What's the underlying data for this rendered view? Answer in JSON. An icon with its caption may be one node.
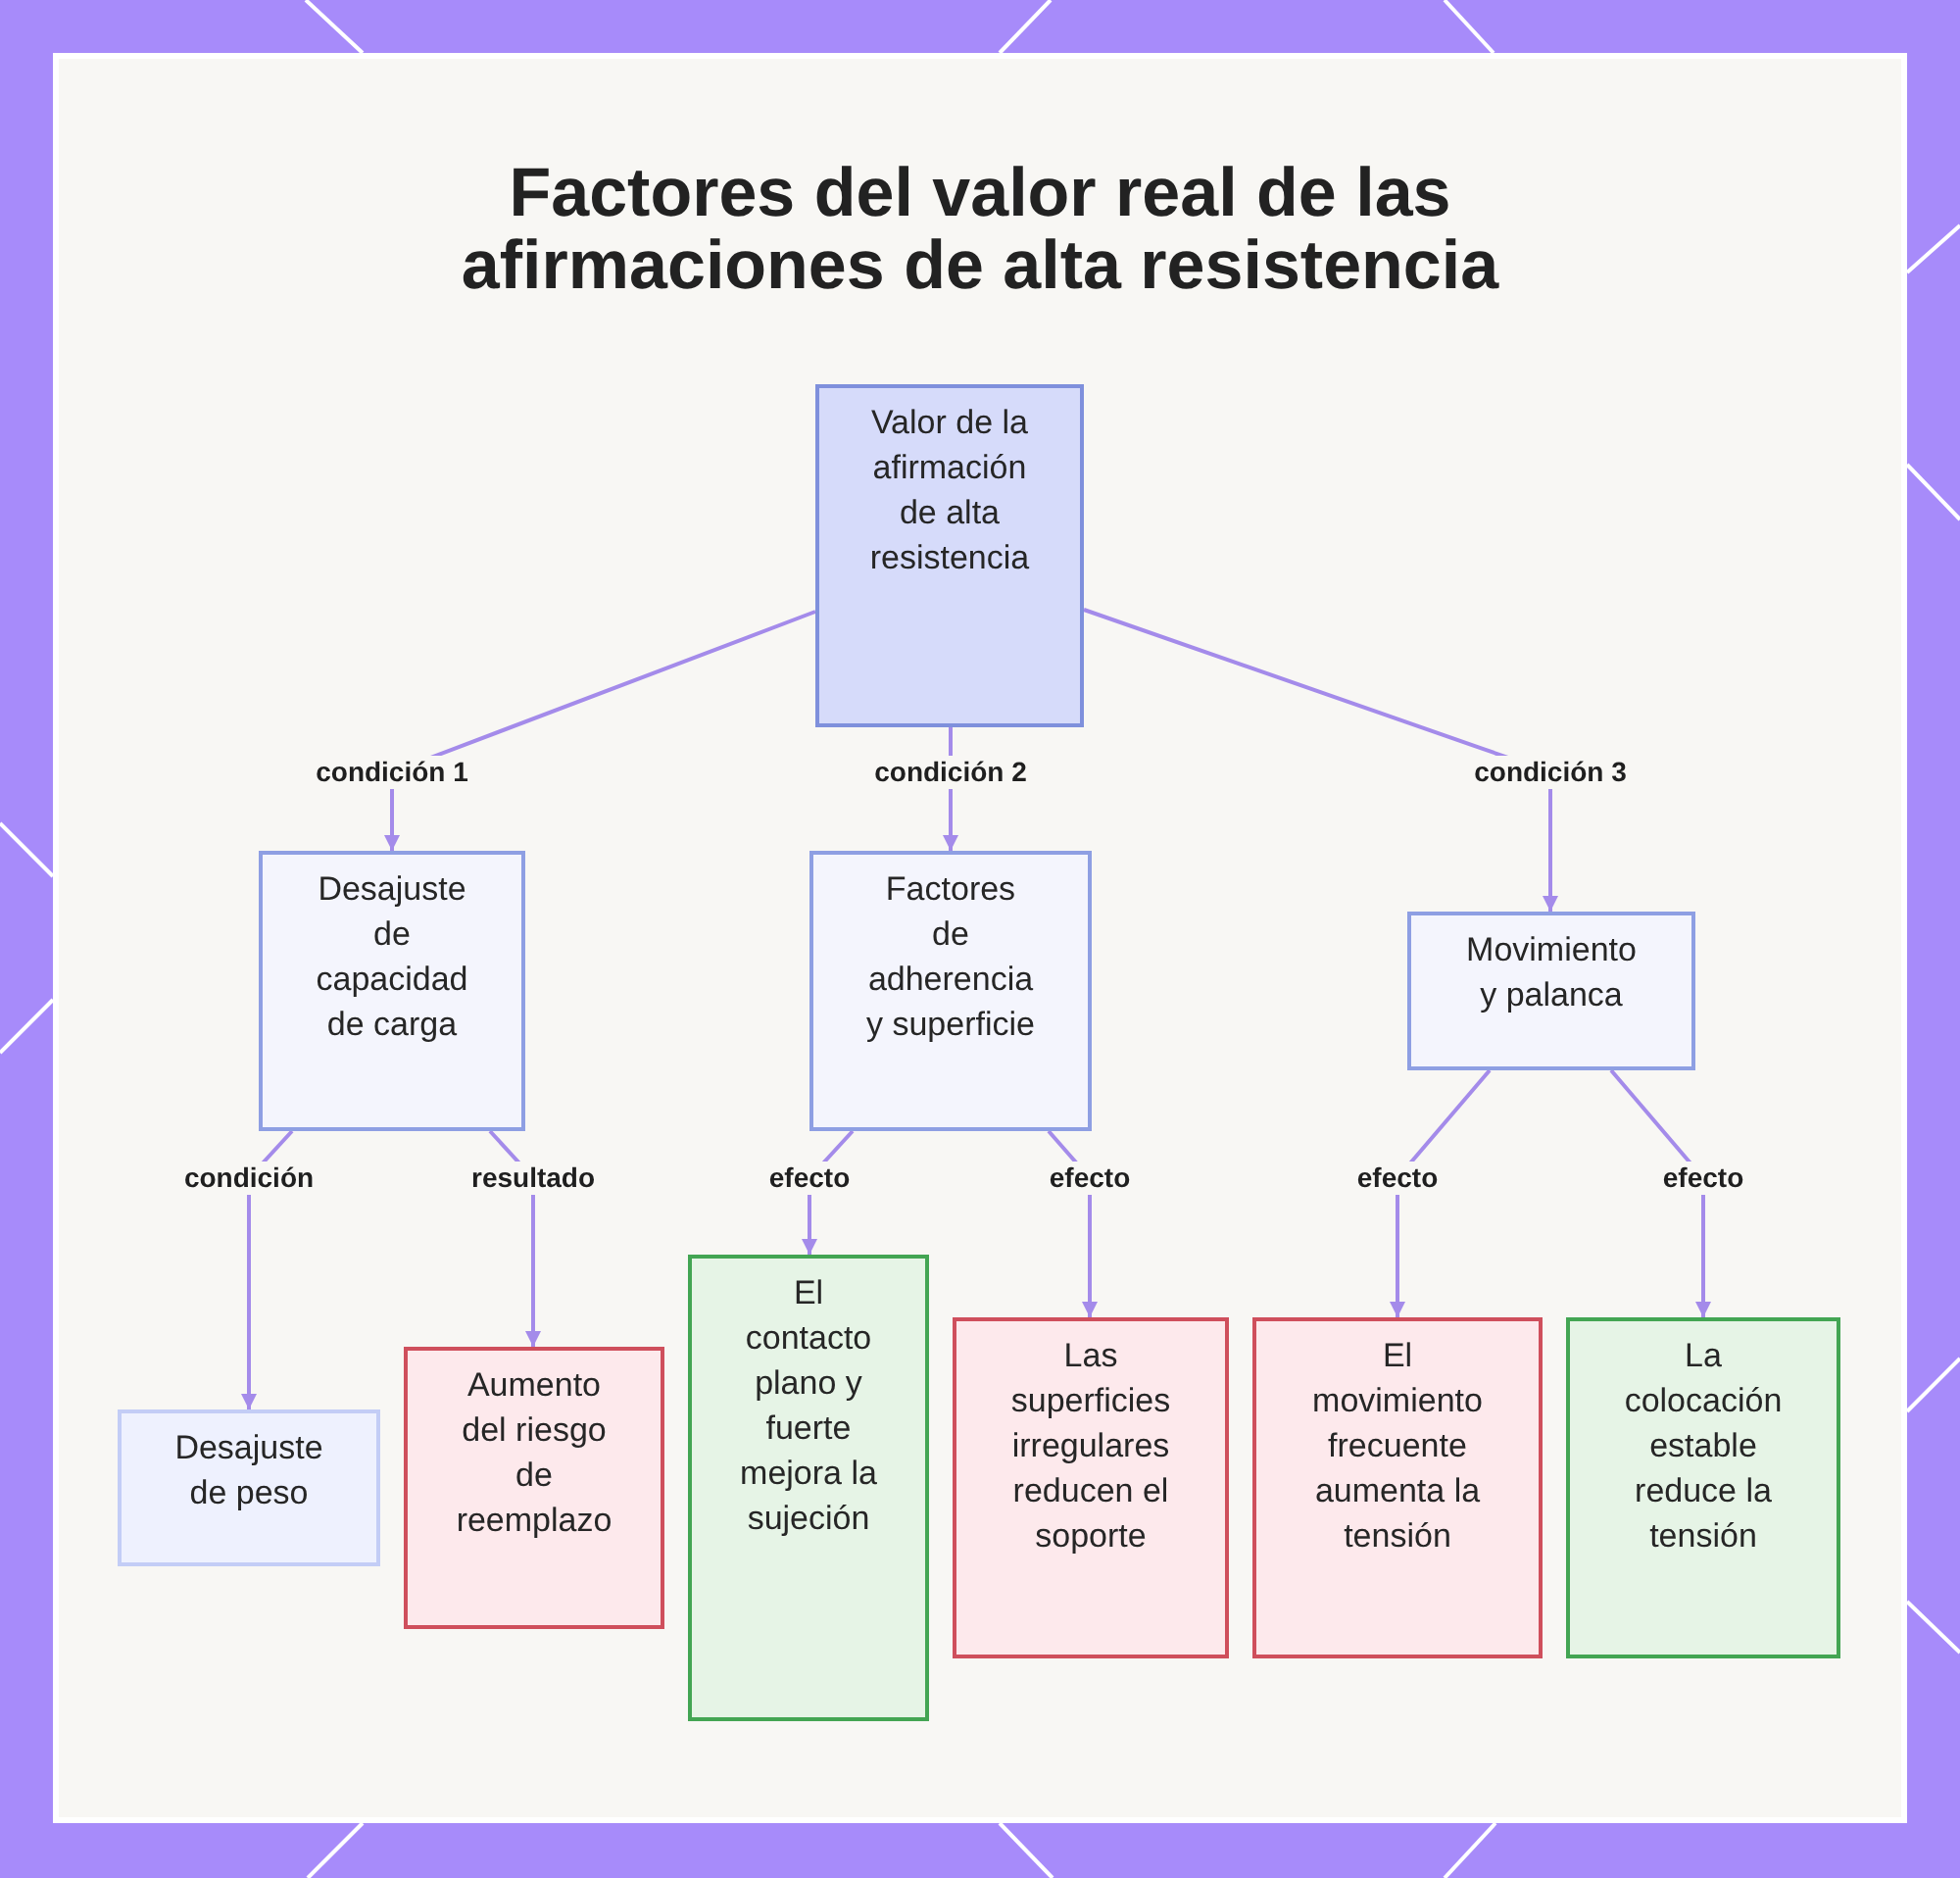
{
  "diagram": {
    "title": "Factores del valor real de las afirmaciones de alta resistencia",
    "nodes": [
      {
        "text": [
          "Valor de la afirmación de alta resistencia"
        ]
      },
      {
        "text": [
          "Desajuste de capacidad de carga"
        ]
      },
      {
        "text": [
          "Factores de adherencia y superficie"
        ]
      },
      {
        "text": [
          "Movimiento y palanca"
        ]
      },
      {
        "text": [
          "Desajuste de peso"
        ]
      },
      {
        "text": [
          "Aumento del riesgo de reemplazo"
        ]
      },
      {
        "text": [
          "El contacto plano y fuerte mejora la sujeción"
        ]
      },
      {
        "text": [
          "Las superficies irregulares reducen el soporte"
        ]
      },
      {
        "text": [
          "El movimiento frecuente aumenta la tensión"
        ]
      },
      {
        "text": [
          "La colocación estable reduce la tensión"
        ]
      }
    ],
    "edges": [
      {
        "from": 0,
        "to": 1,
        "arrow": "to",
        "label": "condición 1"
      },
      {
        "from": 0,
        "to": 2,
        "arrow": "to",
        "label": "condición 2"
      },
      {
        "from": 0,
        "to": 3,
        "arrow": "to",
        "label": "condición 3"
      },
      {
        "from": 1,
        "to": 4,
        "arrow": "to",
        "label": "condición"
      },
      {
        "from": 1,
        "to": 5,
        "arrow": "to",
        "label": "resultado"
      },
      {
        "from": 2,
        "to": 6,
        "arrow": "to",
        "label": "efecto"
      },
      {
        "from": 2,
        "to": 7,
        "arrow": "to",
        "label": "efecto"
      },
      {
        "from": 3,
        "to": 8,
        "arrow": "to",
        "label": "efecto"
      },
      {
        "from": 3,
        "to": 9,
        "arrow": "to",
        "label": "efecto"
      }
    ]
  }
}
